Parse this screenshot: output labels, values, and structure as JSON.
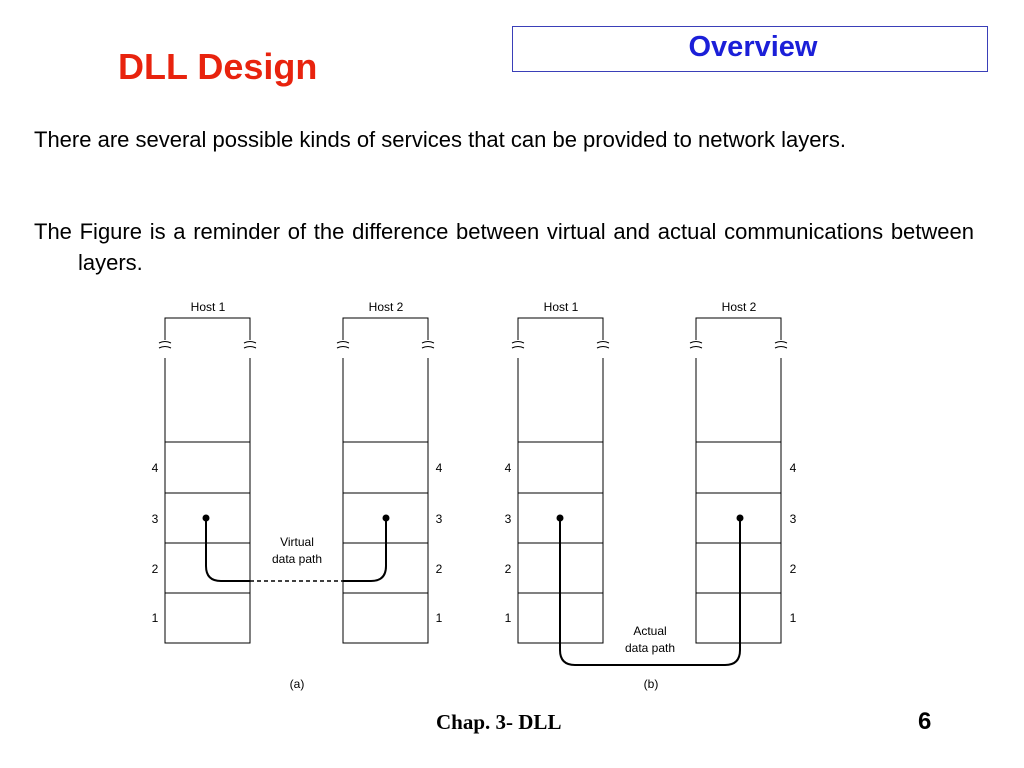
{
  "header": {
    "section_label": "Overview",
    "title": "DLL Design"
  },
  "paragraphs": [
    "There are several possible kinds of services that can be provided to network layers.",
    "The Figure is a reminder of the difference between virtual and actual communications between layers."
  ],
  "figure": {
    "host1_label": "Host 1",
    "host2_label": "Host 2",
    "layer_numbers": [
      "4",
      "3",
      "2",
      "1"
    ],
    "virtual_path_line1": "Virtual",
    "virtual_path_line2": "data path",
    "actual_path_line1": "Actual",
    "actual_path_line2": "data path",
    "caption_a": "(a)",
    "caption_b": "(b)"
  },
  "footer": {
    "chapter": "Chap. 3- DLL",
    "page_number": "6"
  }
}
